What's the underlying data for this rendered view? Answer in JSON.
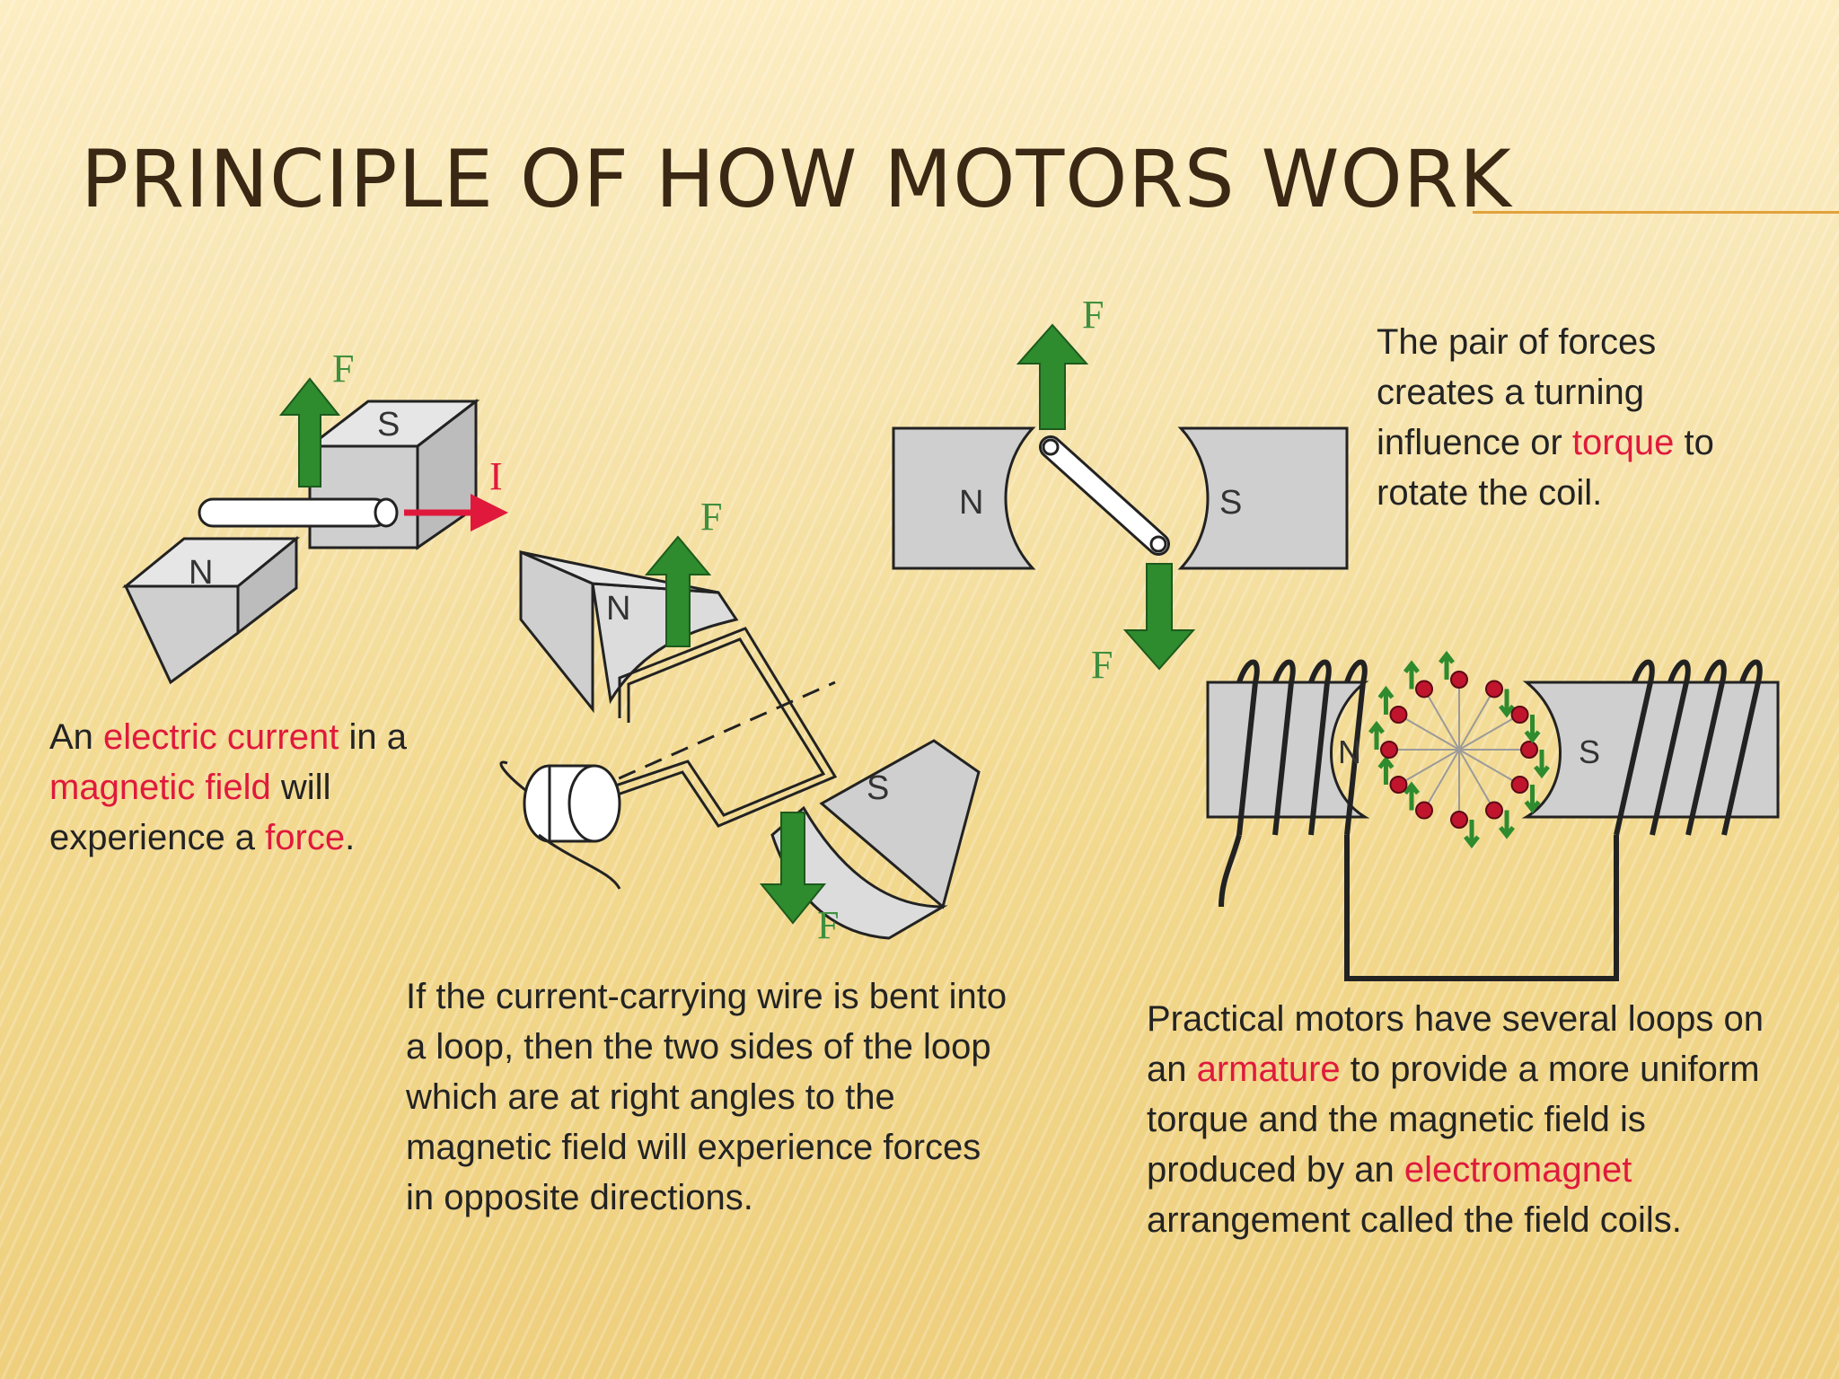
{
  "slide": {
    "title": "PRINCIPLE OF HOW MOTORS WORK",
    "accent_color": "#e2a23c"
  },
  "diagram1": {
    "labels": {
      "force": "F",
      "current": "I",
      "north": "N",
      "south": "S"
    },
    "caption": {
      "t1": "An ",
      "h1": "electric current",
      "t2": " in a ",
      "h2": "magnetic field",
      "t3": " will experience a ",
      "h3": "force",
      "t4": "."
    }
  },
  "diagram2": {
    "labels": {
      "force_up": "F",
      "force_down": "F",
      "north": "N",
      "south": "S"
    },
    "caption": "If the current-carrying wire is bent into a loop, then the two sides of the loop which are at right angles to the magnetic field will experience forces in opposite directions."
  },
  "diagram3": {
    "labels": {
      "force_up": "F",
      "force_down": "F",
      "north": "N",
      "south": "S"
    },
    "caption": {
      "t1": "The pair of forces creates a turning influence or ",
      "h1": "torque",
      "t2": " to rotate the coil."
    }
  },
  "diagram4": {
    "labels": {
      "north": "N",
      "south": "S"
    },
    "caption": {
      "t1": "Practical motors have several loops on an ",
      "h1": "armature",
      "t2": " to provide a more uniform torque and the magnetic field is produced by an ",
      "h2": "electromagnet",
      "t3": " arrangement called the field coils."
    }
  },
  "colors": {
    "force_arrow": "#2e8b2e",
    "current_arrow": "#e0193c",
    "magnet": "#cfcfcf",
    "highlight": "#e0193c",
    "conductor_dot": "#c0152d"
  }
}
